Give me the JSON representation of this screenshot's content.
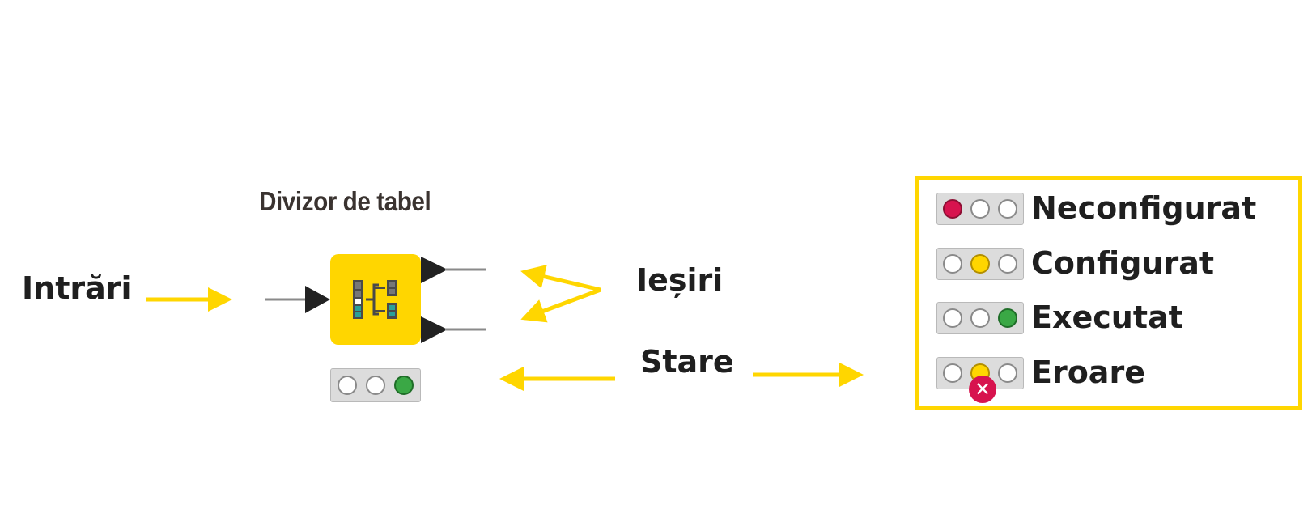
{
  "node": {
    "title": "Divizor de tabel",
    "icon": "table-splitter-icon",
    "color": "#ffd600",
    "status_lamps": [
      "off",
      "off",
      "green"
    ]
  },
  "labels": {
    "inputs": "Intrări",
    "outputs": "Ieșiri",
    "status": "Stare"
  },
  "legend": {
    "border_color": "#ffd600",
    "items": [
      {
        "label": "Neconfigurat",
        "lamps": [
          "red",
          "off",
          "off"
        ],
        "error": false
      },
      {
        "label": "Configurat",
        "lamps": [
          "off",
          "yellow",
          "off"
        ],
        "error": false
      },
      {
        "label": "Executat",
        "lamps": [
          "off",
          "off",
          "green"
        ],
        "error": false
      },
      {
        "label": "Eroare",
        "lamps": [
          "off",
          "yellow",
          "off"
        ],
        "error": true,
        "error_icon": "close-icon",
        "error_glyph": "✕"
      }
    ]
  },
  "colors": {
    "arrow": "#ffd600",
    "lamp_red": "#d7134e",
    "lamp_yellow": "#ffd600",
    "lamp_green": "#3aa845",
    "port": "#222222",
    "connector": "#8a8a8a"
  }
}
